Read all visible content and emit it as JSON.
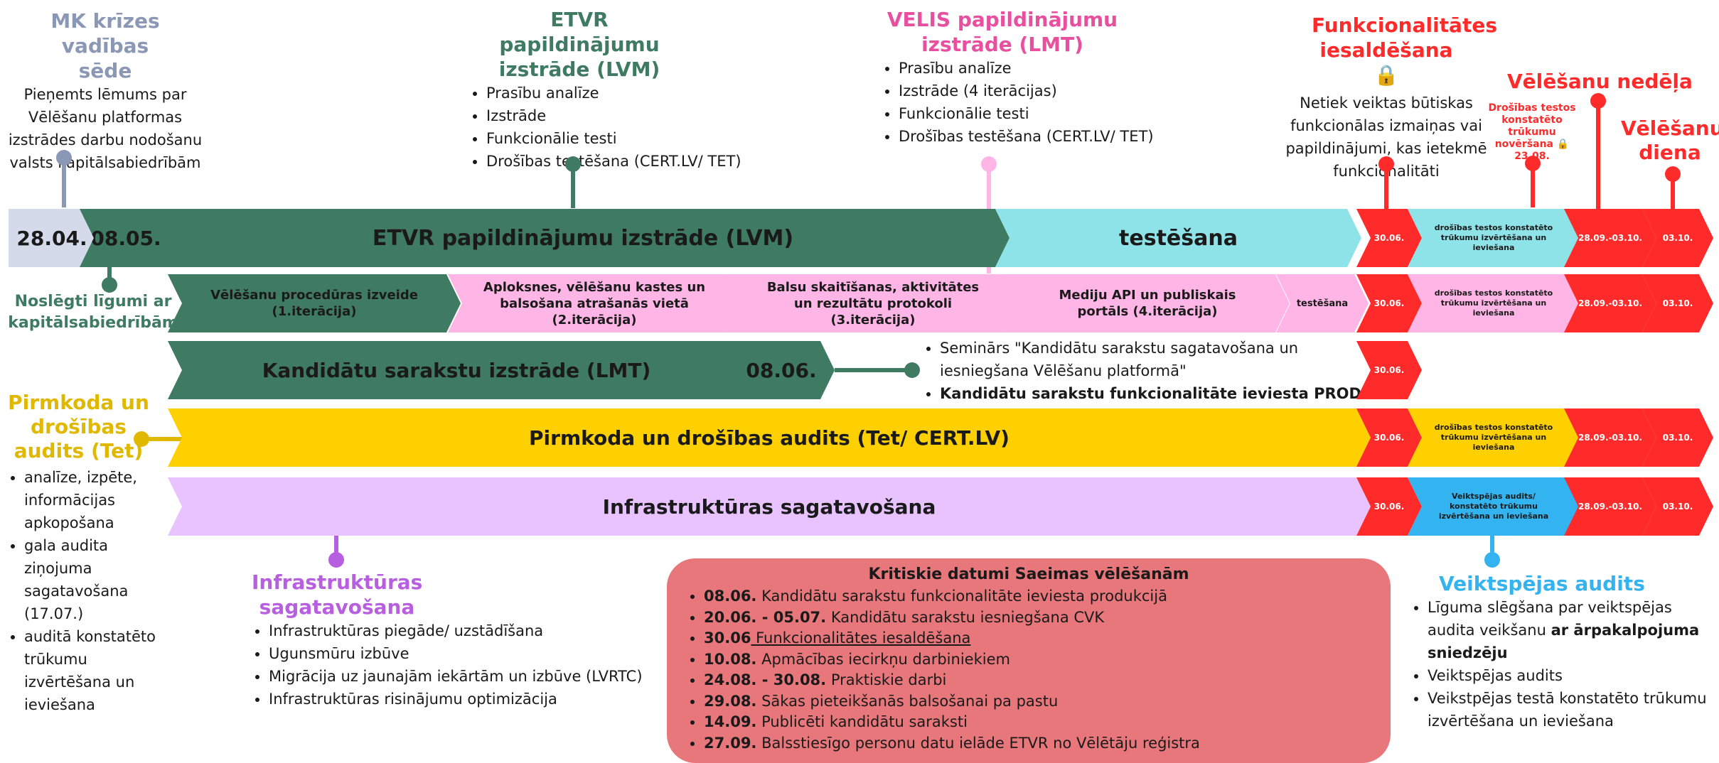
{
  "ann": {
    "mk_title": "MK krīzes vadības sēde",
    "mk_text": "Pieņemts lēmums par Vēlēšanu platformas izstrādes darbu nodošanu valsts kapitālsabiedrībām",
    "etvr_title": "ETVR papildinājumu izstrāde (LVM)",
    "etvr_items": [
      "Prasību analīze",
      "Izstrāde",
      "Funkcionālie testi",
      "Drošības testēšana (CERT.LV/ TET)"
    ],
    "velis_title": "VELIS papildinājumu izstrāde (LMT)",
    "velis_items": [
      "Prasību analīze",
      "Izstrāde (4 iterācijas)",
      "Funkcionālie testi",
      "Drošības testēšana (CERT.LV/ TET)"
    ],
    "freeze_title": "Funkcionalitātes iesaldēšana🔒",
    "freeze_text": "Netiek veiktas būtiskas funkcionālas izmaiņas vai papildinājumi, kas ietekmē funkcionalitāti",
    "week_title": "Vēlēšanu nedēļa",
    "sec_fix_text": "Drošības testos konstatēto trūkumu novēršana 🔒 23.08.",
    "eday_title": "Vēlēšanu diena",
    "contracts_text": "Noslēgti līgumi ar kapitālsabiedrībām",
    "audit_title": "Pirmkoda un drošības audits (Tet)",
    "audit_items": [
      "analīze, izpēte, informācijas apkopošana",
      "gala audita ziņojuma sagatavošana (17.07.)",
      "auditā konstatēto trūkumu izvērtēšana un ieviešana"
    ],
    "infra_title": "Infrastruktūras sagatavošana",
    "infra_items": [
      "Infrastruktūras piegāde/ uzstādīšana",
      "Ugunsmūru izbūve",
      "Migrācija uz jaunajām iekārtām un izbūve (LVRTC)",
      "Infrastruktūras risinājumu optimizācija"
    ],
    "perf_title": "Veiktspējas audits",
    "perf_item1_a": "Līguma slēgšana par veiktspējas audita veikšanu ",
    "perf_item1_b": "ar ārpakalpojuma sniedzēju",
    "perf_item2": "Veiktspējas audits",
    "perf_item3": "Veikstpējas testā konstatēto trūkumu izvērtēšana un ieviešana",
    "seminar_item1": "Seminārs \"Kandidātu sarakstu sagatavošana un iesniegšana Vēlēšanu platformā\"",
    "seminar_item2": "Kandidātu sarakstu funkcionalitāte ieviesta PROD"
  },
  "rows": {
    "r1": {
      "date1": "28.04.",
      "date2": "08.05.",
      "main": "ETVR papildinājumu izstrāde (LVM)",
      "test": "testēšana",
      "freeze": "30.06.",
      "fix": "drošības testos konstatēto trūkumu izvērtēšana un ieviešana",
      "week": "28.09.-03.10.",
      "day": "03.10."
    },
    "r2": {
      "it1": "Vēlēšanu procedūras izveide (1.iterācija)",
      "it2": "Aploksnes, vēlēšanu kastes un balsošana atrašanās vietā (2.iterācija)",
      "it3": "Balsu skaitīšanas, aktivitātes un rezultātu protokoli (3.iterācija)",
      "it4": "Mediju API un publiskais portāls (4.iterācija)",
      "test": "testēšana",
      "freeze": "30.06.",
      "fix": "drošības testos konstatēto trūkumu izvērtēšana un ieviešana",
      "week": "28.09.-03.10.",
      "day": "03.10."
    },
    "r3": {
      "main": "Kandidātu sarakstu izstrāde (LMT)",
      "date": "08.06.",
      "freeze": "30.06."
    },
    "r4": {
      "main": "Pirmkoda un drošības audits (Tet/ CERT.LV)",
      "freeze": "30.06.",
      "fix": "drošības testos konstatēto trūkumu izvērtēšana un ieviešana",
      "week": "28.09.-03.10.",
      "day": "03.10."
    },
    "r5": {
      "main": "Infrastruktūras sagatavošana",
      "freeze": "30.06.",
      "fix": "Veiktspējas audits/ konstatēto trūkumu izvērtēšana un ieviešana",
      "week": "28.09.-03.10.",
      "day": "03.10."
    }
  },
  "critical": {
    "title": "Kritiskie datumi Saeimas vēlēšanām",
    "items": [
      {
        "date": "08.06.",
        "text": " Kandidātu sarakstu funkcionalitāte ieviesta produkcijā"
      },
      {
        "date": "20.06. - 05.07.",
        "text": " Kandidātu sarakstu iesniegšana CVK"
      },
      {
        "date": "30.06",
        "text": " Funkcionalitātes iesaldēšana"
      },
      {
        "date": "10.08.",
        "text": "  Apmācības iecirkņu darbiniekiem"
      },
      {
        "date": "24.08. - 30.08.",
        "text": " Praktiskie darbi"
      },
      {
        "date": "29.08.",
        "text": " Sākas pieteikšanās balsošanai pa pastu"
      },
      {
        "date": "14.09.",
        "text": " Publicēti kandidātu saraksti"
      },
      {
        "date": "27.09.",
        "text": "  Balsstiesīgo personu datu ielāde ETVR no Vēlētāju reģistra"
      }
    ]
  },
  "colors": {
    "green": "#3f7a63",
    "teal": "#8ee3e8",
    "pink": "#ffb6e6",
    "lavender": "#e8c3ff",
    "yellow": "#ffd000",
    "red": "#ff2b2b",
    "lightblue": "#33b4f0",
    "critical_box": "#e8777c",
    "mk_grey": "#8a97b5"
  }
}
